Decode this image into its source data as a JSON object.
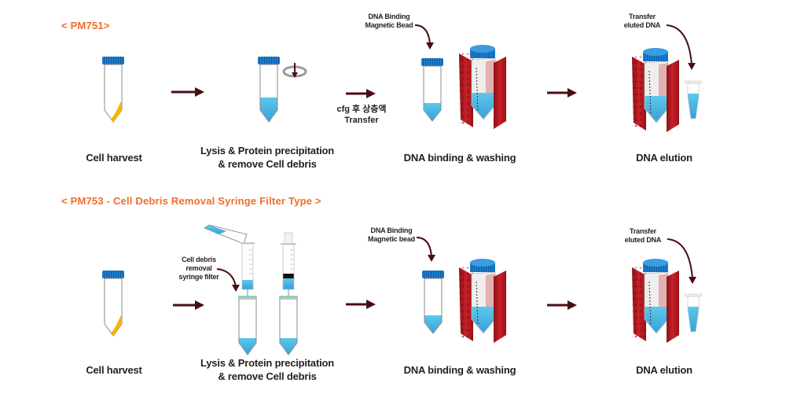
{
  "colors": {
    "title": "#f26b2a",
    "arrow": "#4a0d14",
    "cap": "#1e7ccc",
    "liquid": "#56c2e6",
    "pellet": "#f7b500",
    "magnet": "#b81c22"
  },
  "sections": [
    {
      "title": "< PM751>",
      "steps": [
        {
          "label_lines": [
            "Cell harvest"
          ],
          "icon": "conical-tube-pellet-icon"
        },
        {
          "label_lines": [
            "Lysis & Protein precipitation",
            "& remove Cell debris"
          ],
          "icon": "conical-tube-centrifuge-icon"
        },
        {
          "label_lines": [
            "DNA binding & washing"
          ],
          "icon": "magnetic-stand-icon",
          "note_lines": [
            "DNA Binding",
            "Magnetic Bead"
          ]
        },
        {
          "label_lines": [
            "DNA elution"
          ],
          "icon": "elution-tube-icon",
          "note_lines": [
            "Transfer",
            "eluted DNA"
          ]
        }
      ],
      "transfer_note_lines": [
        "cfg 후 상층액",
        "Transfer"
      ]
    },
    {
      "title": "< PM753 - Cell Debris Removal Syringe Filter Type >",
      "steps": [
        {
          "label_lines": [
            "Cell harvest"
          ],
          "icon": "conical-tube-pellet-icon"
        },
        {
          "label_lines": [
            "Lysis & Protein precipitation",
            "& remove Cell debris"
          ],
          "icon": "syringe-filter-icon",
          "note_lines": [
            "Cell debris",
            "removal",
            "syringe filter"
          ]
        },
        {
          "label_lines": [
            "DNA binding & washing"
          ],
          "icon": "magnetic-stand-icon",
          "note_lines": [
            "DNA Binding",
            "Magnetic bead"
          ]
        },
        {
          "label_lines": [
            "DNA elution"
          ],
          "icon": "elution-tube-icon",
          "note_lines": [
            "Transfer",
            "eluted DNA"
          ]
        }
      ]
    }
  ]
}
